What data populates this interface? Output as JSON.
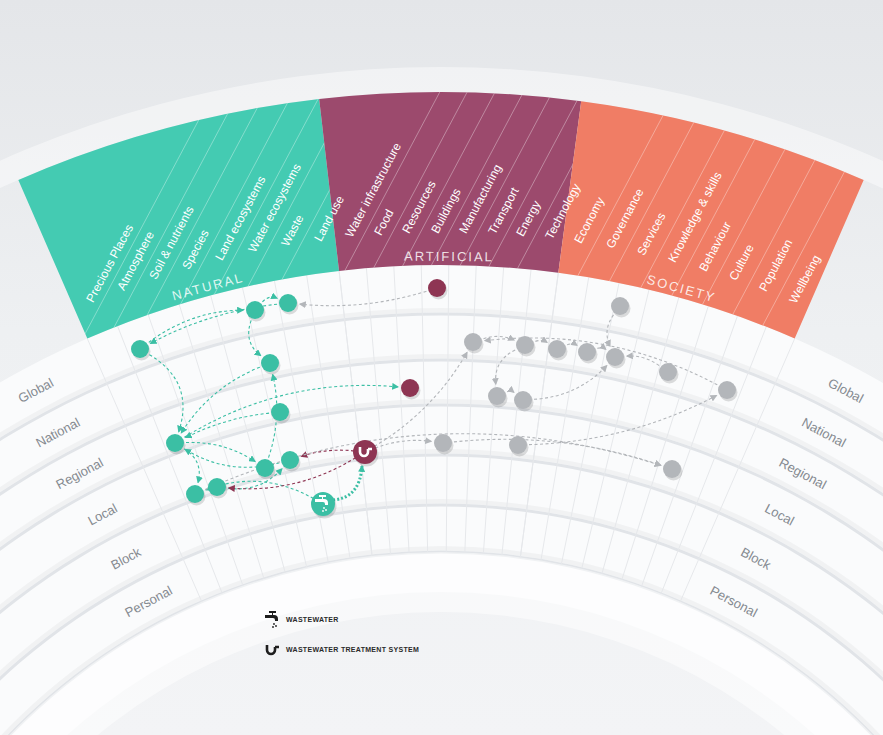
{
  "diagram": {
    "nodes": [
      {
        "text": [
          "NATURAL",
          "Precious Places",
          "Atmosphere",
          "Soil & nutrients",
          "Species",
          "Land ecosystems",
          "Water ecosystems",
          "Waste",
          "Land use"
        ]
      },
      {
        "text": [
          "ARTIFICIAL",
          "Water infrastructure",
          "Food",
          "Resources",
          "Buildings",
          "Manufacturing",
          "Transport",
          "Energy",
          "Technology"
        ]
      },
      {
        "text": [
          "SOCIETY",
          "Economy",
          "Governance",
          "Services",
          "Knowledge & skills",
          "Behaviour",
          "Culture",
          "Population",
          "Wellbeing"
        ]
      }
    ],
    "labels": [
      "Global",
      "National",
      "Regional",
      "Local",
      "Block",
      "Personal",
      "Global",
      "National",
      "Regional",
      "Local",
      "Block",
      "Personal"
    ],
    "legend": [
      {
        "text": "WASTEWATER"
      },
      {
        "text": "WASTEWATER TREATMENT SYSTEM"
      }
    ]
  }
}
